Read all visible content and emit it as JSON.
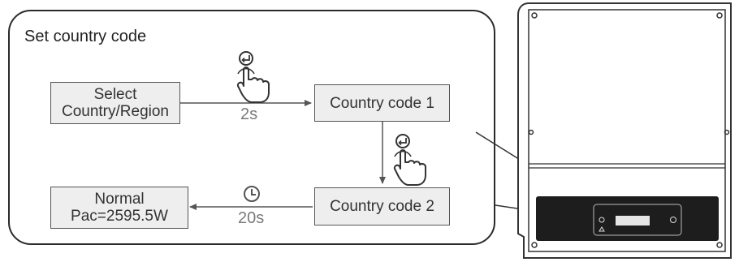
{
  "diagram": {
    "title": "Set country code",
    "nodes": {
      "select_line1": "Select",
      "select_line2": "Country/Region",
      "code1": "Country code 1",
      "code2": "Country code 2",
      "normal_line1": "Normal",
      "normal_line2": "Pac=2595.5W"
    },
    "edges": {
      "select_to_code1": "2s",
      "code2_to_normal": "20s"
    },
    "icons": [
      "enter-button-icon",
      "hand-press-icon",
      "clock-icon",
      "inverter-icon"
    ]
  }
}
